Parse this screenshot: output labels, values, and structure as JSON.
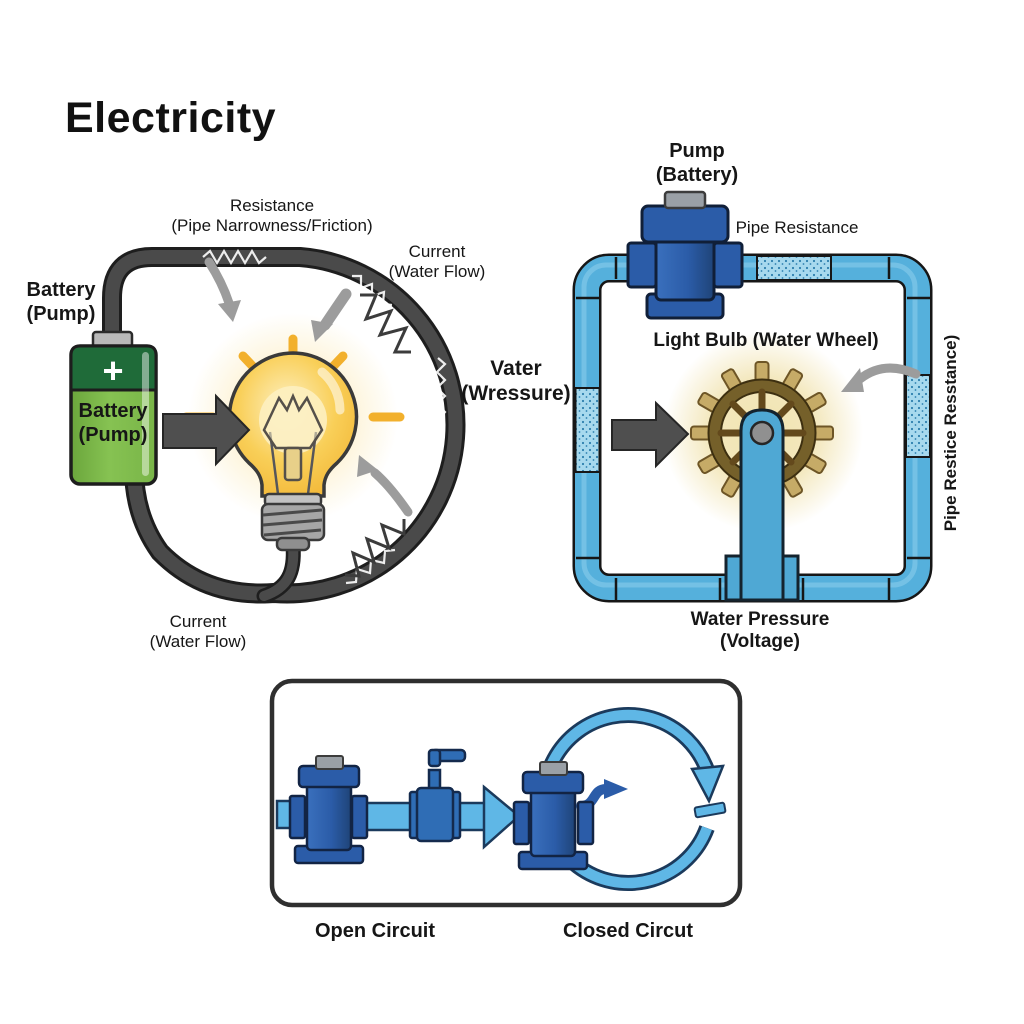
{
  "title": "Electricity",
  "left_circuit": {
    "resistance": {
      "line1": "Resistance",
      "line2": "(Pipe Narrowness/Friction)"
    },
    "current_top": {
      "line1": "Current",
      "line2": "(Water Flow)"
    },
    "battery_outer": {
      "line1": "Battery",
      "line2": "(Pump)"
    },
    "battery_plus": "+",
    "battery_inner": {
      "line1": "Battery",
      "line2": "(Pump)"
    },
    "voltage": {
      "line1": "Vater",
      "line2": "(Wressure)"
    },
    "current_bottom": {
      "line1": "Current",
      "line2": "(Water Flow)"
    }
  },
  "right_circuit": {
    "pump": {
      "line1": "Pump",
      "line2": "(Battery)"
    },
    "pipe_resistance_top": "Pipe Resistance",
    "bulb_label": "Light Bulb (Water Wheel)",
    "pipe_resistance_side": "Pipe Restice Resstance)",
    "water_pressure": {
      "line1": "Water Pressure",
      "line2": "(Voltage)"
    }
  },
  "bottom_panel": {
    "open_label": "Open Circuit",
    "closed_label": "Closed Circut"
  },
  "colors": {
    "wire_gray": "#4a4a4a",
    "battery_green": "#7fbb4c",
    "battery_top_green": "#1f6b39",
    "bulb_yellow": "#f8c945",
    "ray_orange": "#f2b02c",
    "pipe_blue": "#55b0dc",
    "pump_blue": "#2b5ca8",
    "wheel_brown": "#6f5826",
    "flow_arrow_gray": "#4f4f4f",
    "curved_arrow_gray": "#9c9c9c"
  }
}
